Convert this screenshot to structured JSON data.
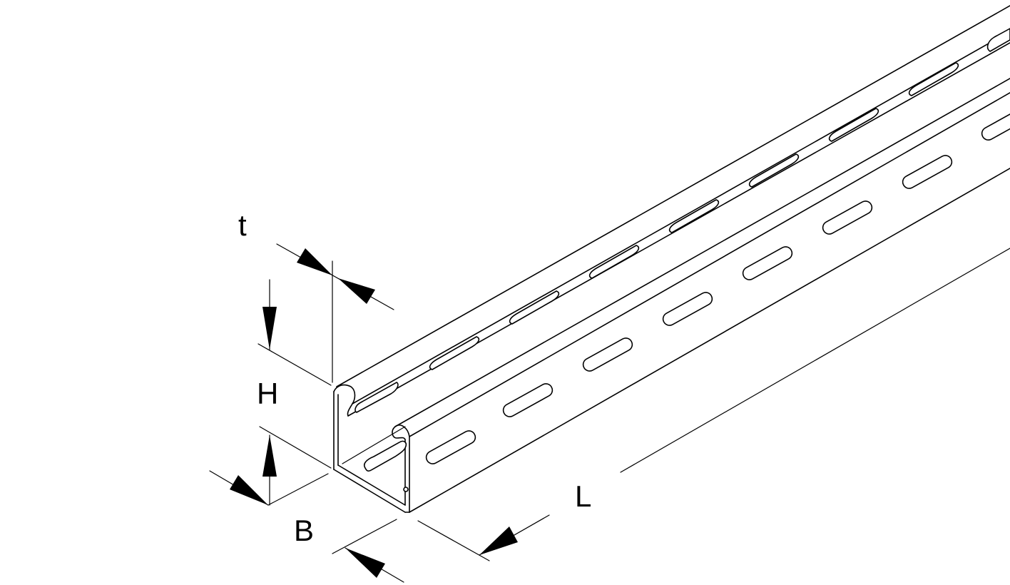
{
  "diagram": {
    "dimension_labels": {
      "thickness": "t",
      "height": "H",
      "width": "B",
      "length": "L"
    },
    "colors": {
      "line": "#000000",
      "background": "#ffffff"
    }
  }
}
